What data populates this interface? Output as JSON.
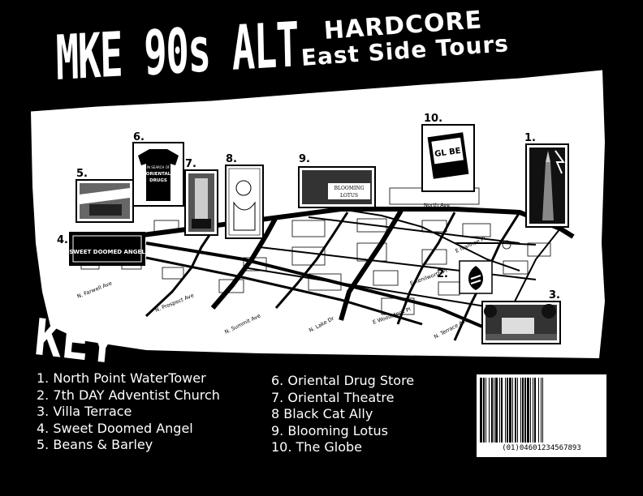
{
  "title": "MKE 90s ALT",
  "subtitle_line1": "HARDCORE",
  "subtitle_line2": "East Side Tours",
  "map": {
    "streets": [
      "North Ave",
      "E Ivanhoe Pl",
      "E Kenilworth Pl",
      "E Woodstock Pl",
      "N. Farwell Ave",
      "N. Prospect Ave",
      "N. Summit Ave",
      "N. Lake Dr",
      "N. Terrace Ave"
    ],
    "markers": [
      "1.",
      "2.",
      "3.",
      "4.",
      "5.",
      "6.",
      "7.",
      "8.",
      "9.",
      "10."
    ],
    "thumbnail_text": {
      "shirt": "IN SEARCH OF ORIENTAL DRUGS",
      "sweet_doomed": "SWEET DOOMED ANGEL",
      "blooming": "BLOOMING LOTUS",
      "globe": "GL BE"
    }
  },
  "key": {
    "title": "KEY",
    "col1": [
      "1. North Point WaterTower",
      "2. 7th DAY  Adventist Church",
      "3. Villa Terrace",
      "4. Sweet Doomed Angel",
      "5. Beans & Barley"
    ],
    "col2": [
      "6. Oriental Drug Store",
      "7. Oriental Theatre",
      "8 Black Cat Ally",
      "9. Blooming Lotus",
      "10. The Globe"
    ]
  },
  "barcode": {
    "digits": "(01)04601234567893"
  }
}
